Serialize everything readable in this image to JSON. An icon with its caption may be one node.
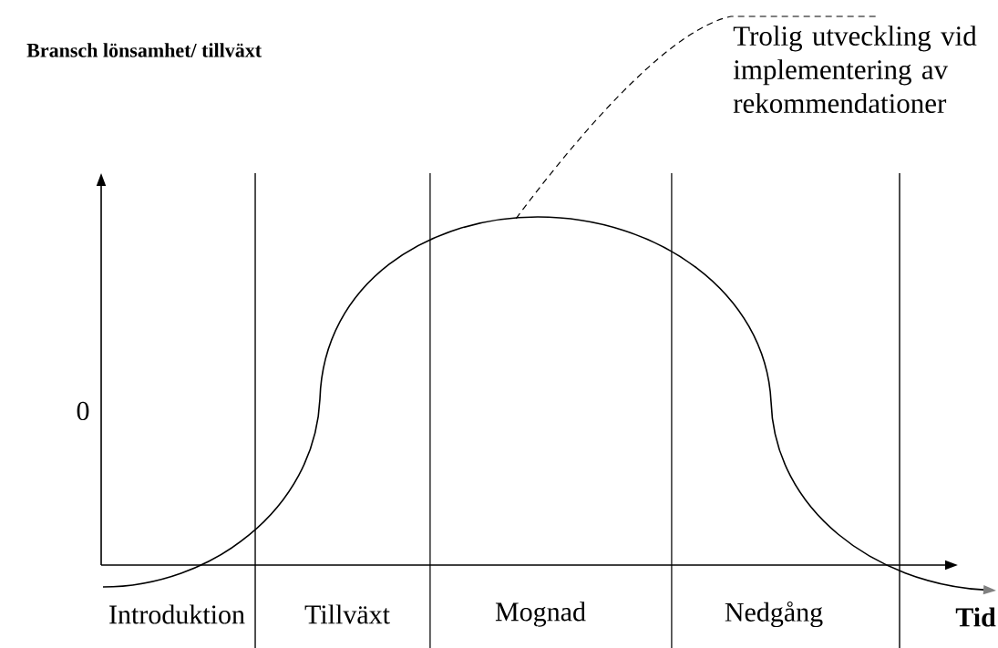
{
  "diagram": {
    "nodes": [
      {
        "text": [
          "Trolig utveckling vid implementering av rekommendationer"
        ]
      },
      {
        "text": [],
        "shape": "curve"
      }
    ],
    "edges": [
      {
        "from": 1,
        "to": 0,
        "arrow": "none",
        "style": "dashed"
      }
    ],
    "labels": [
      "Bransch lönsamhet/ tillväxt",
      "0",
      "Introduktion",
      "Tillväxt",
      "Mognad",
      "Nedgång",
      "Tid"
    ]
  }
}
